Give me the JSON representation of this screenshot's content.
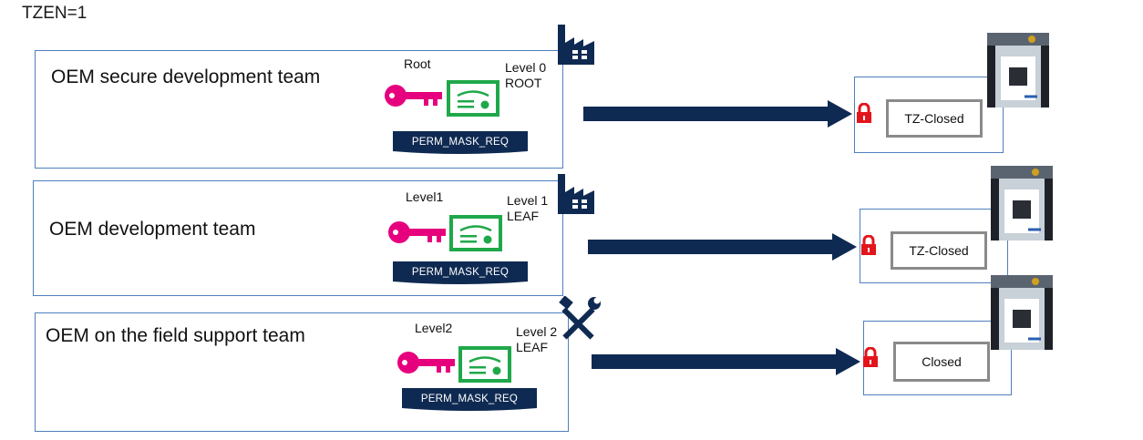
{
  "title": "TZEN=1",
  "rows": [
    {
      "team": "OEM secure development team",
      "key_label": "Root",
      "level_line1": "Level 0",
      "level_line2": "ROOT",
      "perm": "PERM_MASK_REQ",
      "site_icon": "factory-icon",
      "state": "TZ-Closed"
    },
    {
      "team": "OEM development team",
      "key_label": "Level1",
      "level_line1": "Level 1",
      "level_line2": "LEAF",
      "perm": "PERM_MASK_REQ",
      "site_icon": "factory-icon",
      "state": "TZ-Closed"
    },
    {
      "team": "OEM on the field support team",
      "key_label": "Level2",
      "level_line1": "Level 2",
      "level_line2": "LEAF",
      "perm": "PERM_MASK_REQ",
      "site_icon": "tools-icon",
      "state": "Closed"
    }
  ],
  "colors": {
    "key": "#e6007e",
    "certificate": "#1fa84a",
    "navy": "#0f2a52",
    "lock": "#e3141b",
    "box_border": "#4f7fbf",
    "state_border": "#8a8a8a"
  }
}
